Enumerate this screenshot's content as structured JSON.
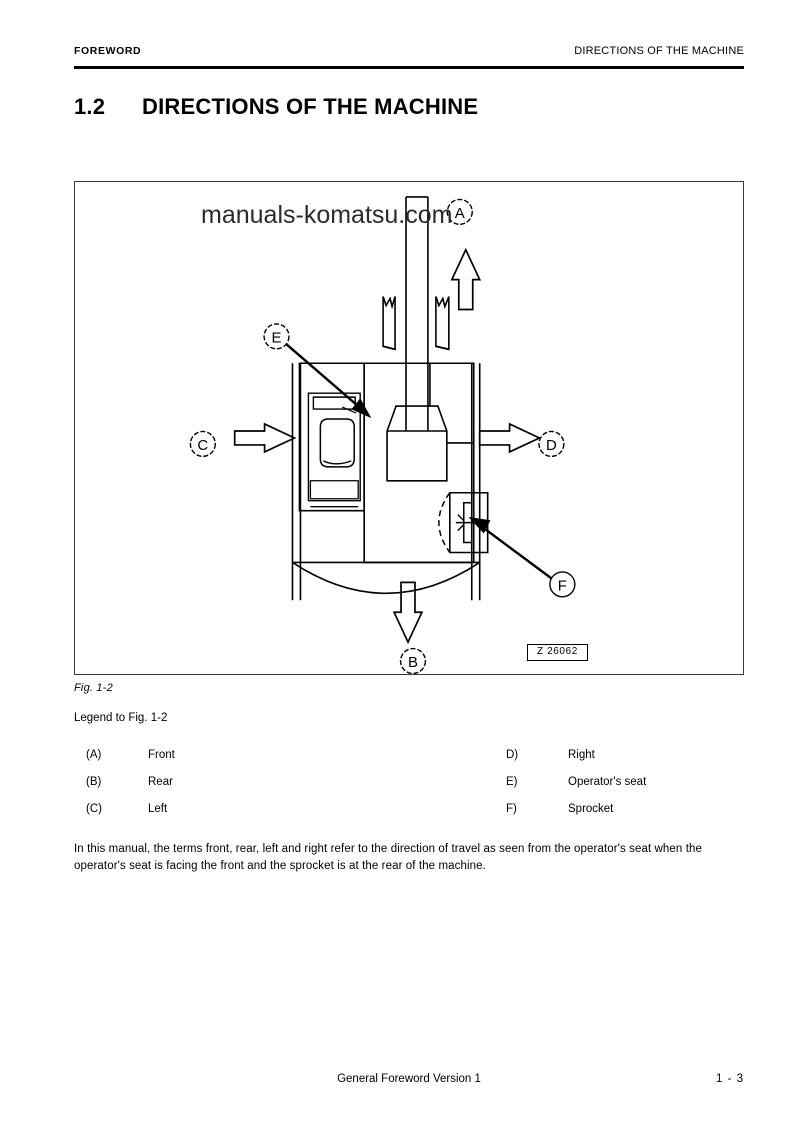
{
  "header": {
    "left": "FOREWORD",
    "right": "DIRECTIONS OF THE MACHINE"
  },
  "section": {
    "number": "1.2",
    "title": "DIRECTIONS OF THE MACHINE"
  },
  "figure": {
    "watermark": "manuals-komatsu.com",
    "drawing_id": "Z 26062",
    "caption": "Fig. 1-2",
    "callouts": [
      {
        "id": "A",
        "meaning": "Front",
        "arrow": "up"
      },
      {
        "id": "B",
        "meaning": "Rear",
        "arrow": "down"
      },
      {
        "id": "C",
        "meaning": "Left",
        "arrow": "left"
      },
      {
        "id": "D",
        "meaning": "Right",
        "arrow": "right"
      },
      {
        "id": "E",
        "meaning": "Operator's seat",
        "arrow": "leader"
      },
      {
        "id": "F",
        "meaning": "Sprocket",
        "arrow": "leader"
      }
    ]
  },
  "legend": {
    "title": "Legend to Fig. 1-2",
    "rows": [
      {
        "left_key": "(A)",
        "left_val": "Front",
        "right_key": "D)",
        "right_val": "Right"
      },
      {
        "left_key": "(B)",
        "left_val": "Rear",
        "right_key": "E)",
        "right_val": "Operator's seat"
      },
      {
        "left_key": "(C)",
        "left_val": "Left",
        "right_key": "F)",
        "right_val": "Sprocket"
      }
    ]
  },
  "body": {
    "paragraph": "In this manual, the terms front, rear, left and right refer to the direction of travel as seen from the operator's seat when the operator's seat is facing the front and the sprocket is at the rear of the machine."
  },
  "footer": {
    "center": "General Foreword Version 1",
    "page": "1 - 3"
  },
  "colors": {
    "ink": "#000000",
    "frame": "#3a3a3a",
    "watermark": "#2b2b2b",
    "paper": "#ffffff"
  }
}
